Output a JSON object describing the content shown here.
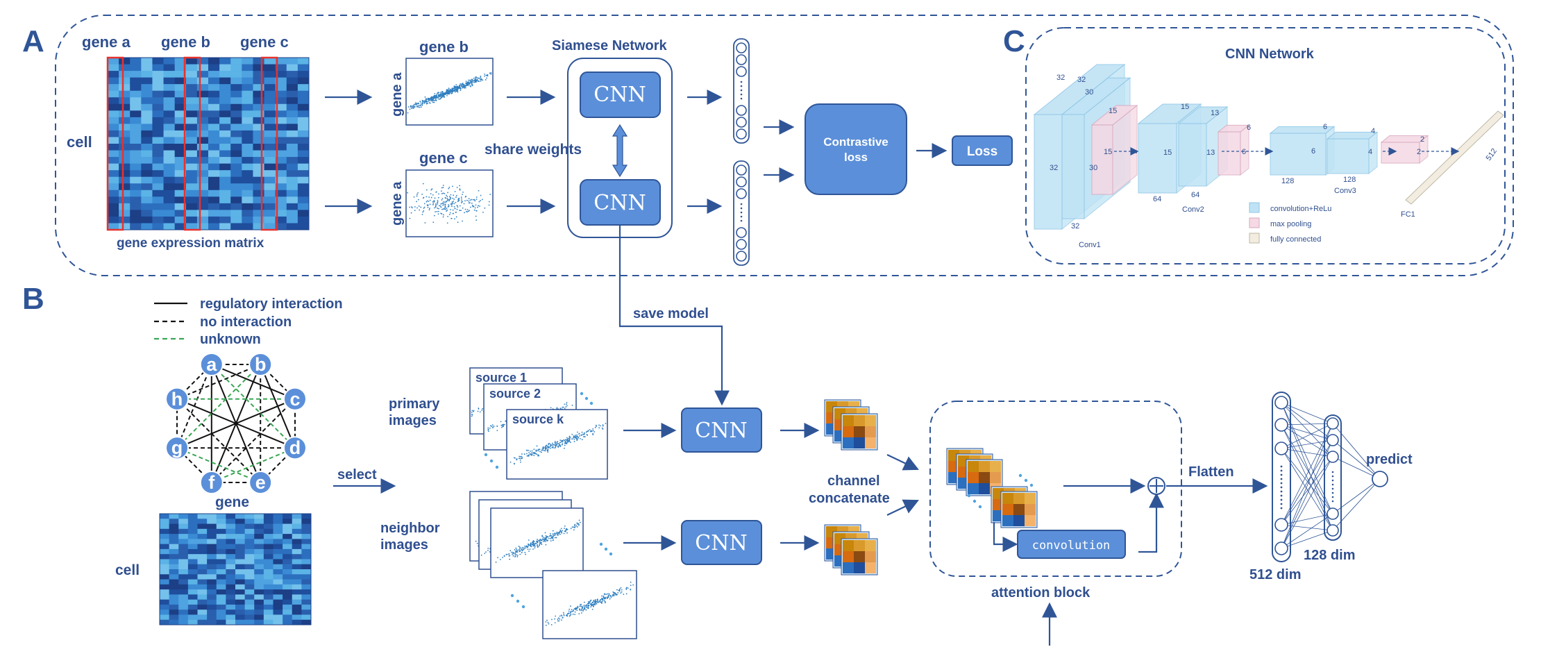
{
  "panels": {
    "a": "A",
    "b": "B",
    "c": "C"
  },
  "panel_a": {
    "gene_labels": [
      "gene a",
      "gene b",
      "gene c"
    ],
    "cell_label": "cell",
    "matrix_caption": "gene expression matrix",
    "plot_top": {
      "x_label": "gene b",
      "y_label": "gene a"
    },
    "plot_bottom": {
      "x_label": "gene c",
      "y_label": "gene a"
    },
    "siamese_title": "Siamese Network",
    "cnn_label": "CNN",
    "share_weights": "share weights",
    "contrastive_loss_line1": "Contrastive",
    "contrastive_loss_line2": "loss",
    "loss_label": "Loss"
  },
  "panel_c": {
    "title": "CNN Network",
    "dims": {
      "conv1": [
        "32",
        "32",
        "32",
        "30",
        "30",
        "32",
        "15",
        "15"
      ],
      "conv2": [
        "15",
        "15",
        "13",
        "13",
        "64",
        "64",
        "6",
        "6"
      ],
      "conv3": [
        "6",
        "6",
        "128",
        "4",
        "4",
        "128",
        "2",
        "2"
      ],
      "fc": "512"
    },
    "layer_names": [
      "Conv1",
      "Conv2",
      "Conv3",
      "FC1"
    ],
    "legend": [
      "convolution+ReLu",
      "max pooling",
      "fully connected"
    ]
  },
  "panel_b": {
    "legend": [
      "regulatory interaction",
      "no interaction",
      "unknown"
    ],
    "nodes": [
      "a",
      "b",
      "c",
      "d",
      "e",
      "f",
      "g",
      "h"
    ],
    "gene_label": "gene",
    "cell_label": "cell",
    "select_label": "select",
    "save_model": "save model",
    "primary_images_line1": "primary",
    "primary_images_line2": "images",
    "neighbor_images_line1": "neighbor",
    "neighbor_images_line2": "images",
    "sources": [
      "source 1",
      "source 2",
      "source k"
    ],
    "cnn_label": "CNN",
    "channel_concat_line1": "channel",
    "channel_concat_line2": "concatenate",
    "convolution_label": "convolution",
    "attention_block": "attention block",
    "flatten_label": "Flatten",
    "predict_label": "predict",
    "dim_512": "512 dim",
    "dim_128": "128 dim"
  },
  "colors": {
    "accent": "#2f5597",
    "box_fill": "#5b8fd9",
    "matrix_dark": "#1f4e9c",
    "matrix_light": "#5bb3e6",
    "highlight": "#e8322d",
    "green_dash": "#3aa655"
  }
}
